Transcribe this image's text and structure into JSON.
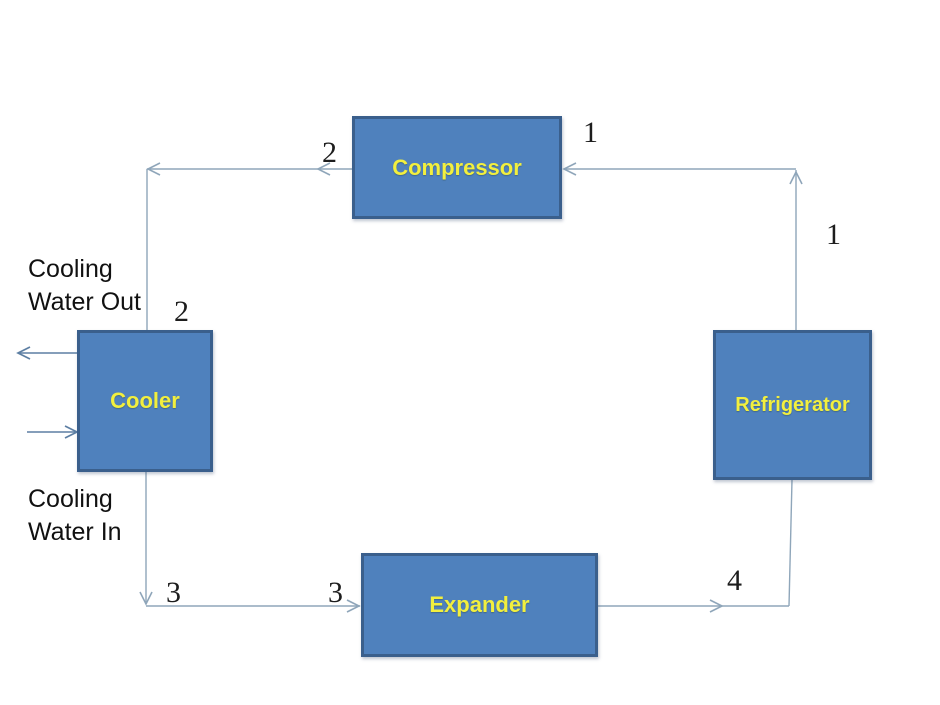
{
  "diagram": {
    "type": "process-flow",
    "subject": "refrigeration-cycle",
    "blocks": {
      "compressor": {
        "label": "Compressor"
      },
      "cooler": {
        "label": "Cooler"
      },
      "refrigerator": {
        "label": "Refrigerator"
      },
      "expander": {
        "label": "Expander"
      }
    },
    "stream_labels": {
      "s1_top": "1",
      "s1_right": "1",
      "s2_top": "2",
      "s2_left": "2",
      "s3_left": "3",
      "s3_bottom": "3",
      "s4_bottom": "4"
    },
    "annotations": {
      "cooling_water_out": [
        "Cooling",
        "Water Out"
      ],
      "cooling_water_in": [
        "Cooling",
        "Water In"
      ]
    },
    "colors": {
      "background": "#ffffff",
      "block_fill": "#4f81bd",
      "block_border": "#3a5f8c",
      "block_label": "#f2ef3e",
      "pipe": "#8fa6ba",
      "water_arrow": "#5d7fa3",
      "number_text": "#1d1d1d",
      "annotation_text": "#111111"
    }
  }
}
